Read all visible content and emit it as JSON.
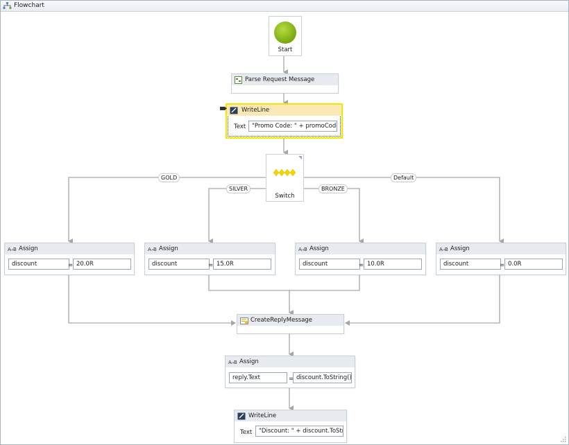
{
  "window": {
    "title": "Flowchart"
  },
  "start": {
    "label": "Start"
  },
  "parse": {
    "label": "Parse Request Message"
  },
  "writeline1": {
    "label": "WriteLine",
    "text_label": "Text",
    "text_value": "\"Promo Code: \" + promoCode"
  },
  "switch": {
    "label": "Switch"
  },
  "cases": {
    "gold": "GOLD",
    "silver": "SILVER",
    "bronze": "BRONZE",
    "default": "Default"
  },
  "assigns": [
    {
      "label": "Assign",
      "to": "discount",
      "value": "20.0R"
    },
    {
      "label": "Assign",
      "to": "discount",
      "value": "15.0R"
    },
    {
      "label": "Assign",
      "to": "discount",
      "value": "10.0R"
    },
    {
      "label": "Assign",
      "to": "discount",
      "value": "0.0R"
    }
  ],
  "create_reply": {
    "label": "CreateReplyMessage"
  },
  "assign_reply": {
    "label": "Assign",
    "to": "reply.Text",
    "value": "discount.ToString()"
  },
  "writeline2": {
    "label": "WriteLine",
    "text_label": "Text",
    "text_value": "\"Discount: \" + discount.ToString"
  },
  "eq": "=",
  "colors": {
    "start": "#8ab814",
    "selection": "#f2e600",
    "connector": "#a6a6a6",
    "diamond": "#f2d500"
  }
}
